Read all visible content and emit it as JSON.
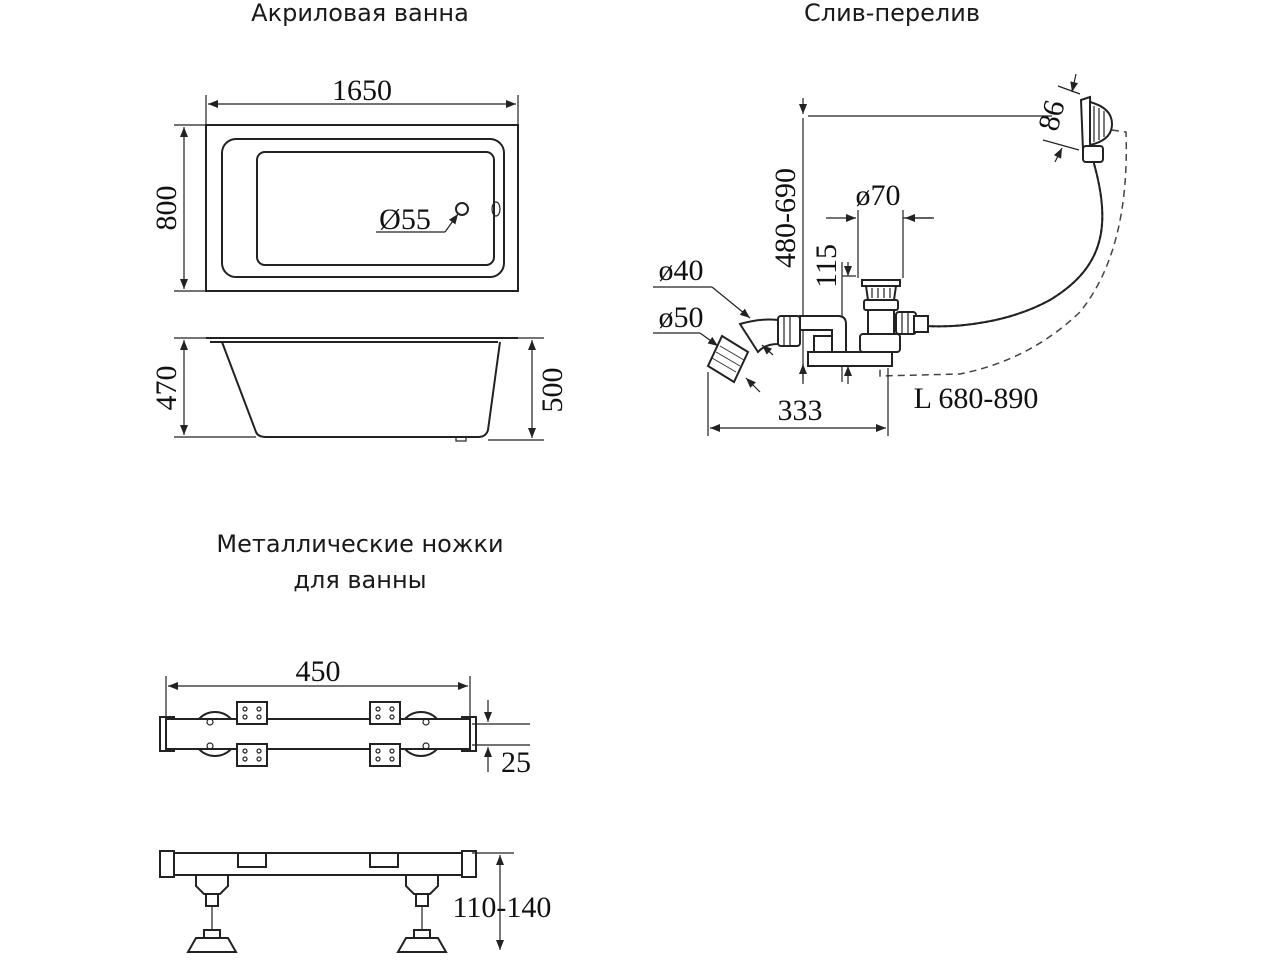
{
  "bath": {
    "title": "Акриловая ванна",
    "length": "1650",
    "width": "800",
    "drain_hole": "Ø55",
    "inner_height": "470",
    "outer_height": "500"
  },
  "drain": {
    "title": "Слив-перелив",
    "cap": "86",
    "height_range": "480-690",
    "outlet_diameter": "ø70",
    "body_height": "115",
    "pipe_40": "ø40",
    "pipe_50": "ø50",
    "offset": "333",
    "hose_length": "L 680-890"
  },
  "legs": {
    "title_line1": "Металлические ножки",
    "title_line2": "для ванны",
    "span": "450",
    "thickness": "25",
    "height_range": "110-140"
  }
}
